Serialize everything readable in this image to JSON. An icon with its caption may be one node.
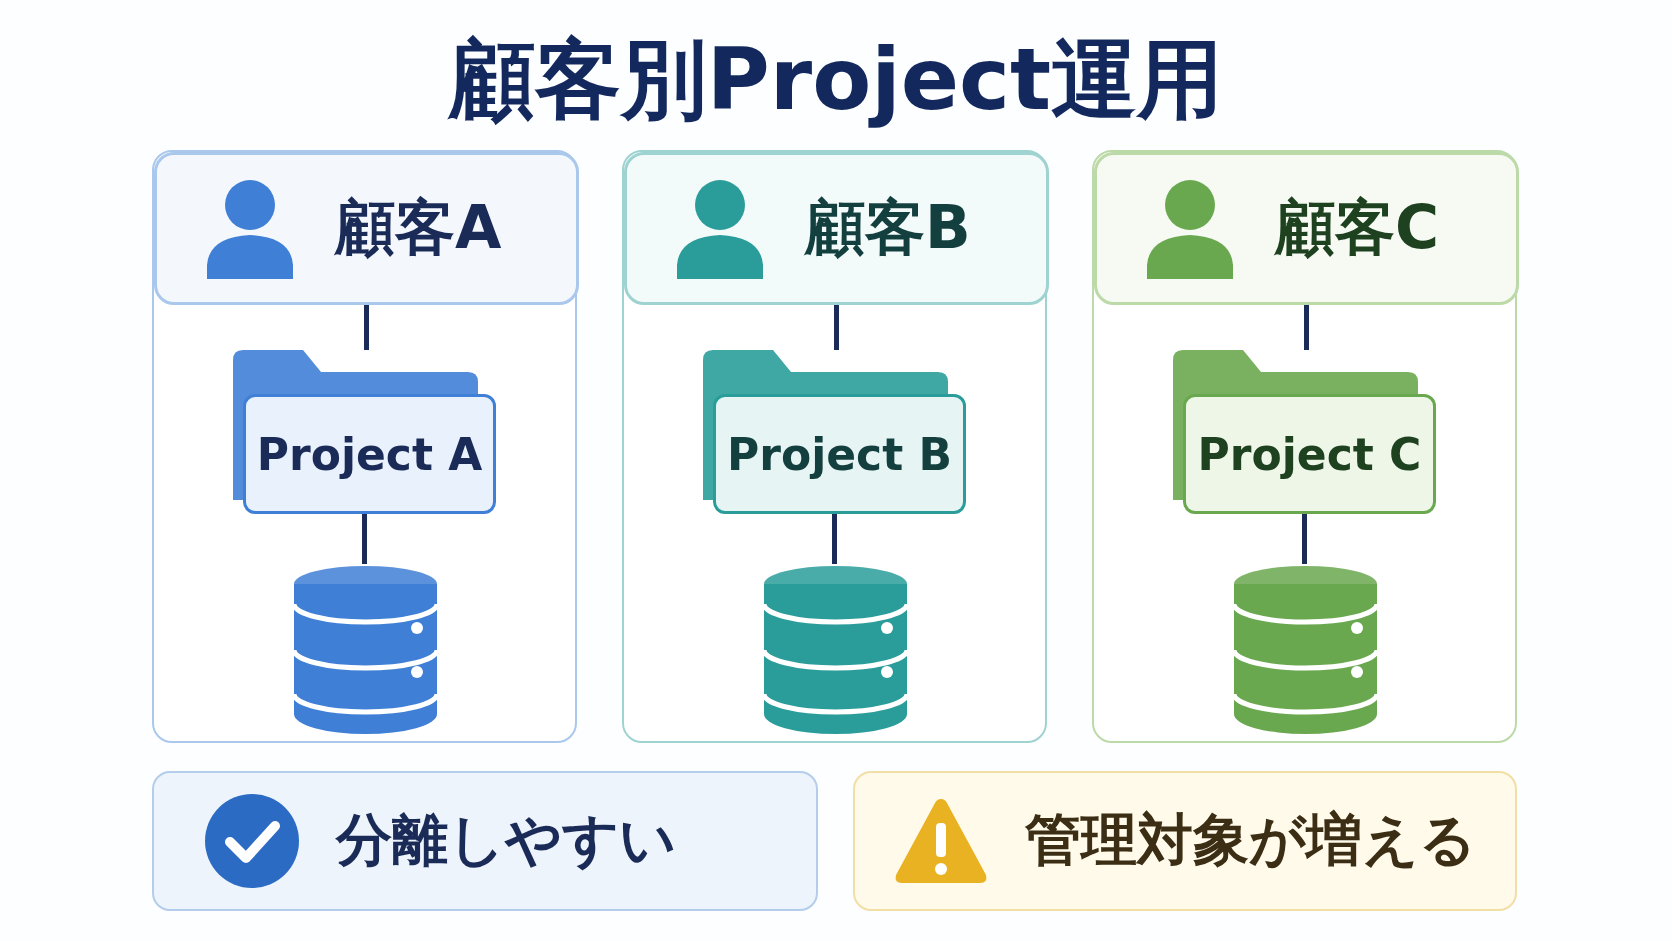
{
  "diagram": {
    "title": "顧客別Project運用",
    "nodes": [
      {
        "text": [],
        "shape": "box"
      },
      {
        "text": [
          "顧客A"
        ],
        "in": 0
      },
      {
        "text": [
          "Project A"
        ],
        "in": 0
      },
      {
        "text": [],
        "shape": "cylinder",
        "in": 0
      },
      {
        "text": [],
        "shape": "box"
      },
      {
        "text": [
          "顧客B"
        ],
        "in": 4
      },
      {
        "text": [
          "Project B"
        ],
        "in": 4
      },
      {
        "text": [],
        "shape": "cylinder",
        "in": 4
      },
      {
        "text": [],
        "shape": "box"
      },
      {
        "text": [
          "顧客C"
        ],
        "in": 8
      },
      {
        "text": [
          "Project C"
        ],
        "in": 8
      },
      {
        "text": [],
        "shape": "cylinder",
        "in": 8
      },
      {
        "text": [
          "分離しやすい"
        ]
      },
      {
        "text": [
          "管理対象が増える"
        ]
      }
    ],
    "edges": [
      {
        "from": 1,
        "to": 2,
        "arrow": "none"
      },
      {
        "from": 2,
        "to": 3,
        "arrow": "none"
      },
      {
        "from": 5,
        "to": 6,
        "arrow": "none"
      },
      {
        "from": 6,
        "to": 7,
        "arrow": "none"
      },
      {
        "from": 9,
        "to": 10,
        "arrow": "none"
      },
      {
        "from": 10,
        "to": 11,
        "arrow": "none"
      }
    ]
  }
}
